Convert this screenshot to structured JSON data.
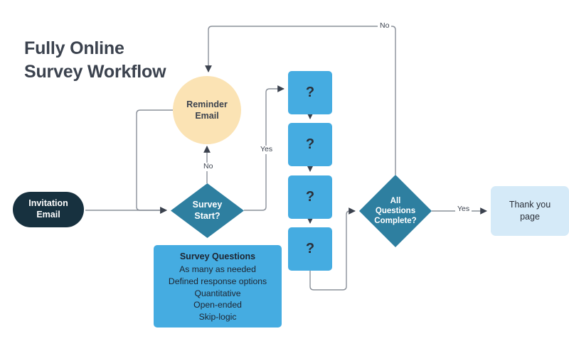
{
  "diagram": {
    "title_line1": "Fully Online",
    "title_line2": "Survey Workflow",
    "title_full": "Fully Online\nSurvey Workflow",
    "type": "flowchart",
    "colors": {
      "background": "#ffffff",
      "title_text": "#3b424e",
      "start_pill": "#17313f",
      "reminder_circle": "#fbe3b4",
      "decision_diamond": "#2e7fa0",
      "question_box": "#45ace1",
      "thankyou_box": "#d5eaf8",
      "connector": "#8a9099",
      "arrowhead": "#3b424e"
    }
  },
  "nodes": {
    "invitation": {
      "label_line1": "Invitation",
      "label_line2": "Email",
      "shape": "rounded-pill"
    },
    "reminder": {
      "label_line1": "Reminder",
      "label_line2": "Email",
      "shape": "circle"
    },
    "survey_start": {
      "label": "Survey\nStart?",
      "shape": "diamond"
    },
    "all_questions_complete": {
      "label": "All\nQuestions\nComplete?",
      "shape": "diamond"
    },
    "thank_you": {
      "label_line1": "Thank you",
      "label_line2": "page",
      "shape": "rounded-rect"
    },
    "questions": [
      {
        "label": "?"
      },
      {
        "label": "?"
      },
      {
        "label": "?"
      },
      {
        "label": "?"
      }
    ],
    "survey_questions_panel": {
      "heading": "Survey Questions",
      "lines": [
        "As many as needed",
        "Defined response options",
        "Quantitative",
        "Open-ended",
        "Skip-logic"
      ]
    }
  },
  "edge_labels": {
    "no_top": "No",
    "no_start_to_reminder": "No",
    "yes_start_to_questions": "Yes",
    "yes_complete_to_thanks": "Yes"
  }
}
